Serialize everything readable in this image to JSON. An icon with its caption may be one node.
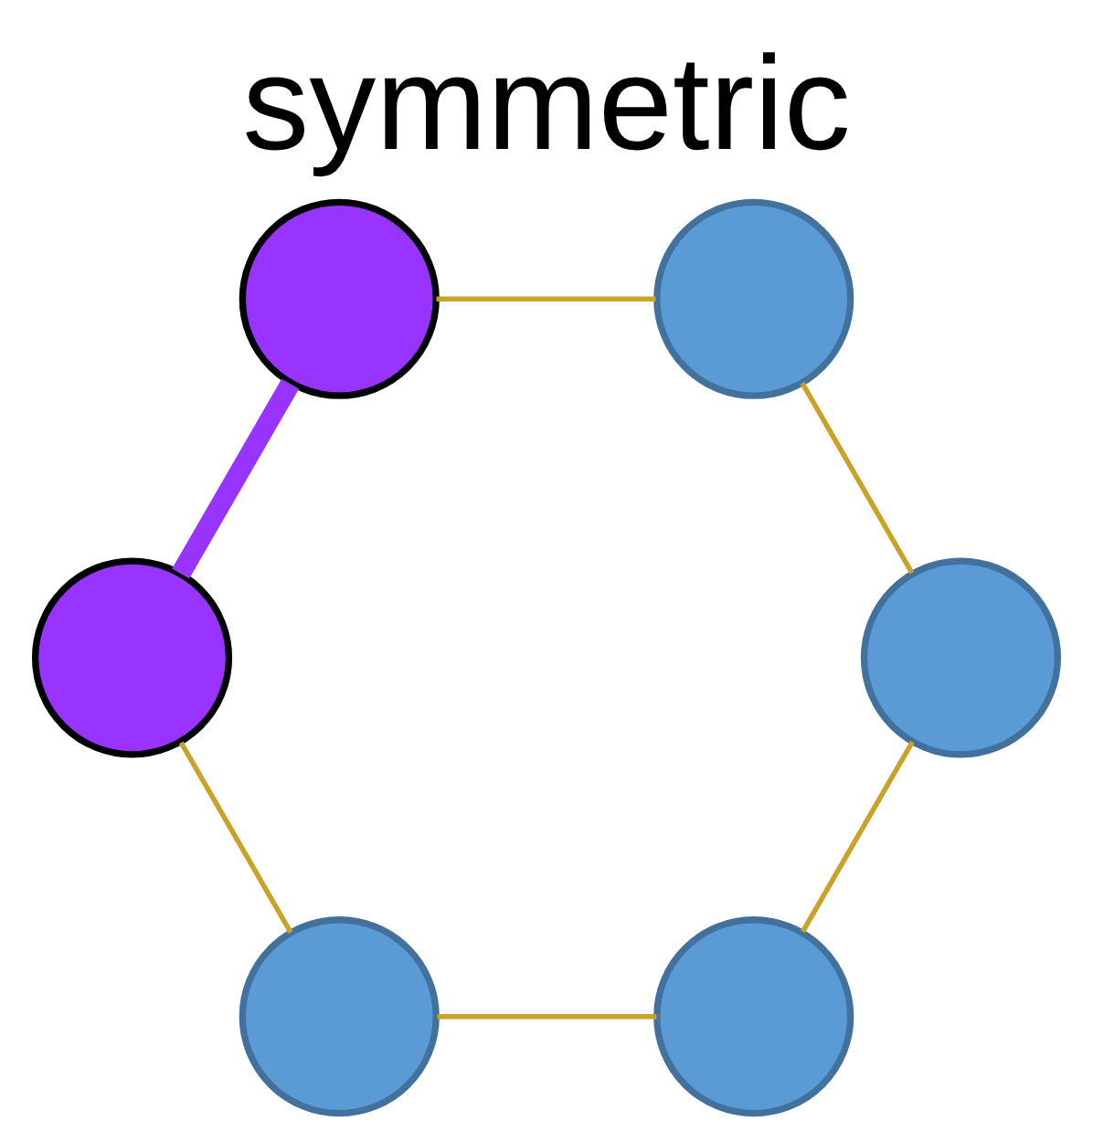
{
  "diagram": {
    "title": "symmetric",
    "nodes": [
      {
        "text": [],
        "shape": "circle"
      },
      {
        "text": [],
        "shape": "circle"
      },
      {
        "text": [],
        "shape": "circle"
      },
      {
        "text": [],
        "shape": "circle"
      },
      {
        "text": [],
        "shape": "circle"
      },
      {
        "text": [],
        "shape": "circle"
      }
    ],
    "edges": [
      {
        "from": 0,
        "to": 1,
        "arrow": "none"
      },
      {
        "from": 1,
        "to": 3,
        "arrow": "none"
      },
      {
        "from": 3,
        "to": 5,
        "arrow": "none",
        "style": "thick",
        "color": "#9933ff"
      },
      {
        "from": 5,
        "to": 4,
        "arrow": "none"
      },
      {
        "from": 4,
        "to": 2,
        "arrow": "none"
      },
      {
        "from": 2,
        "to": 0,
        "arrow": "none"
      }
    ]
  }
}
